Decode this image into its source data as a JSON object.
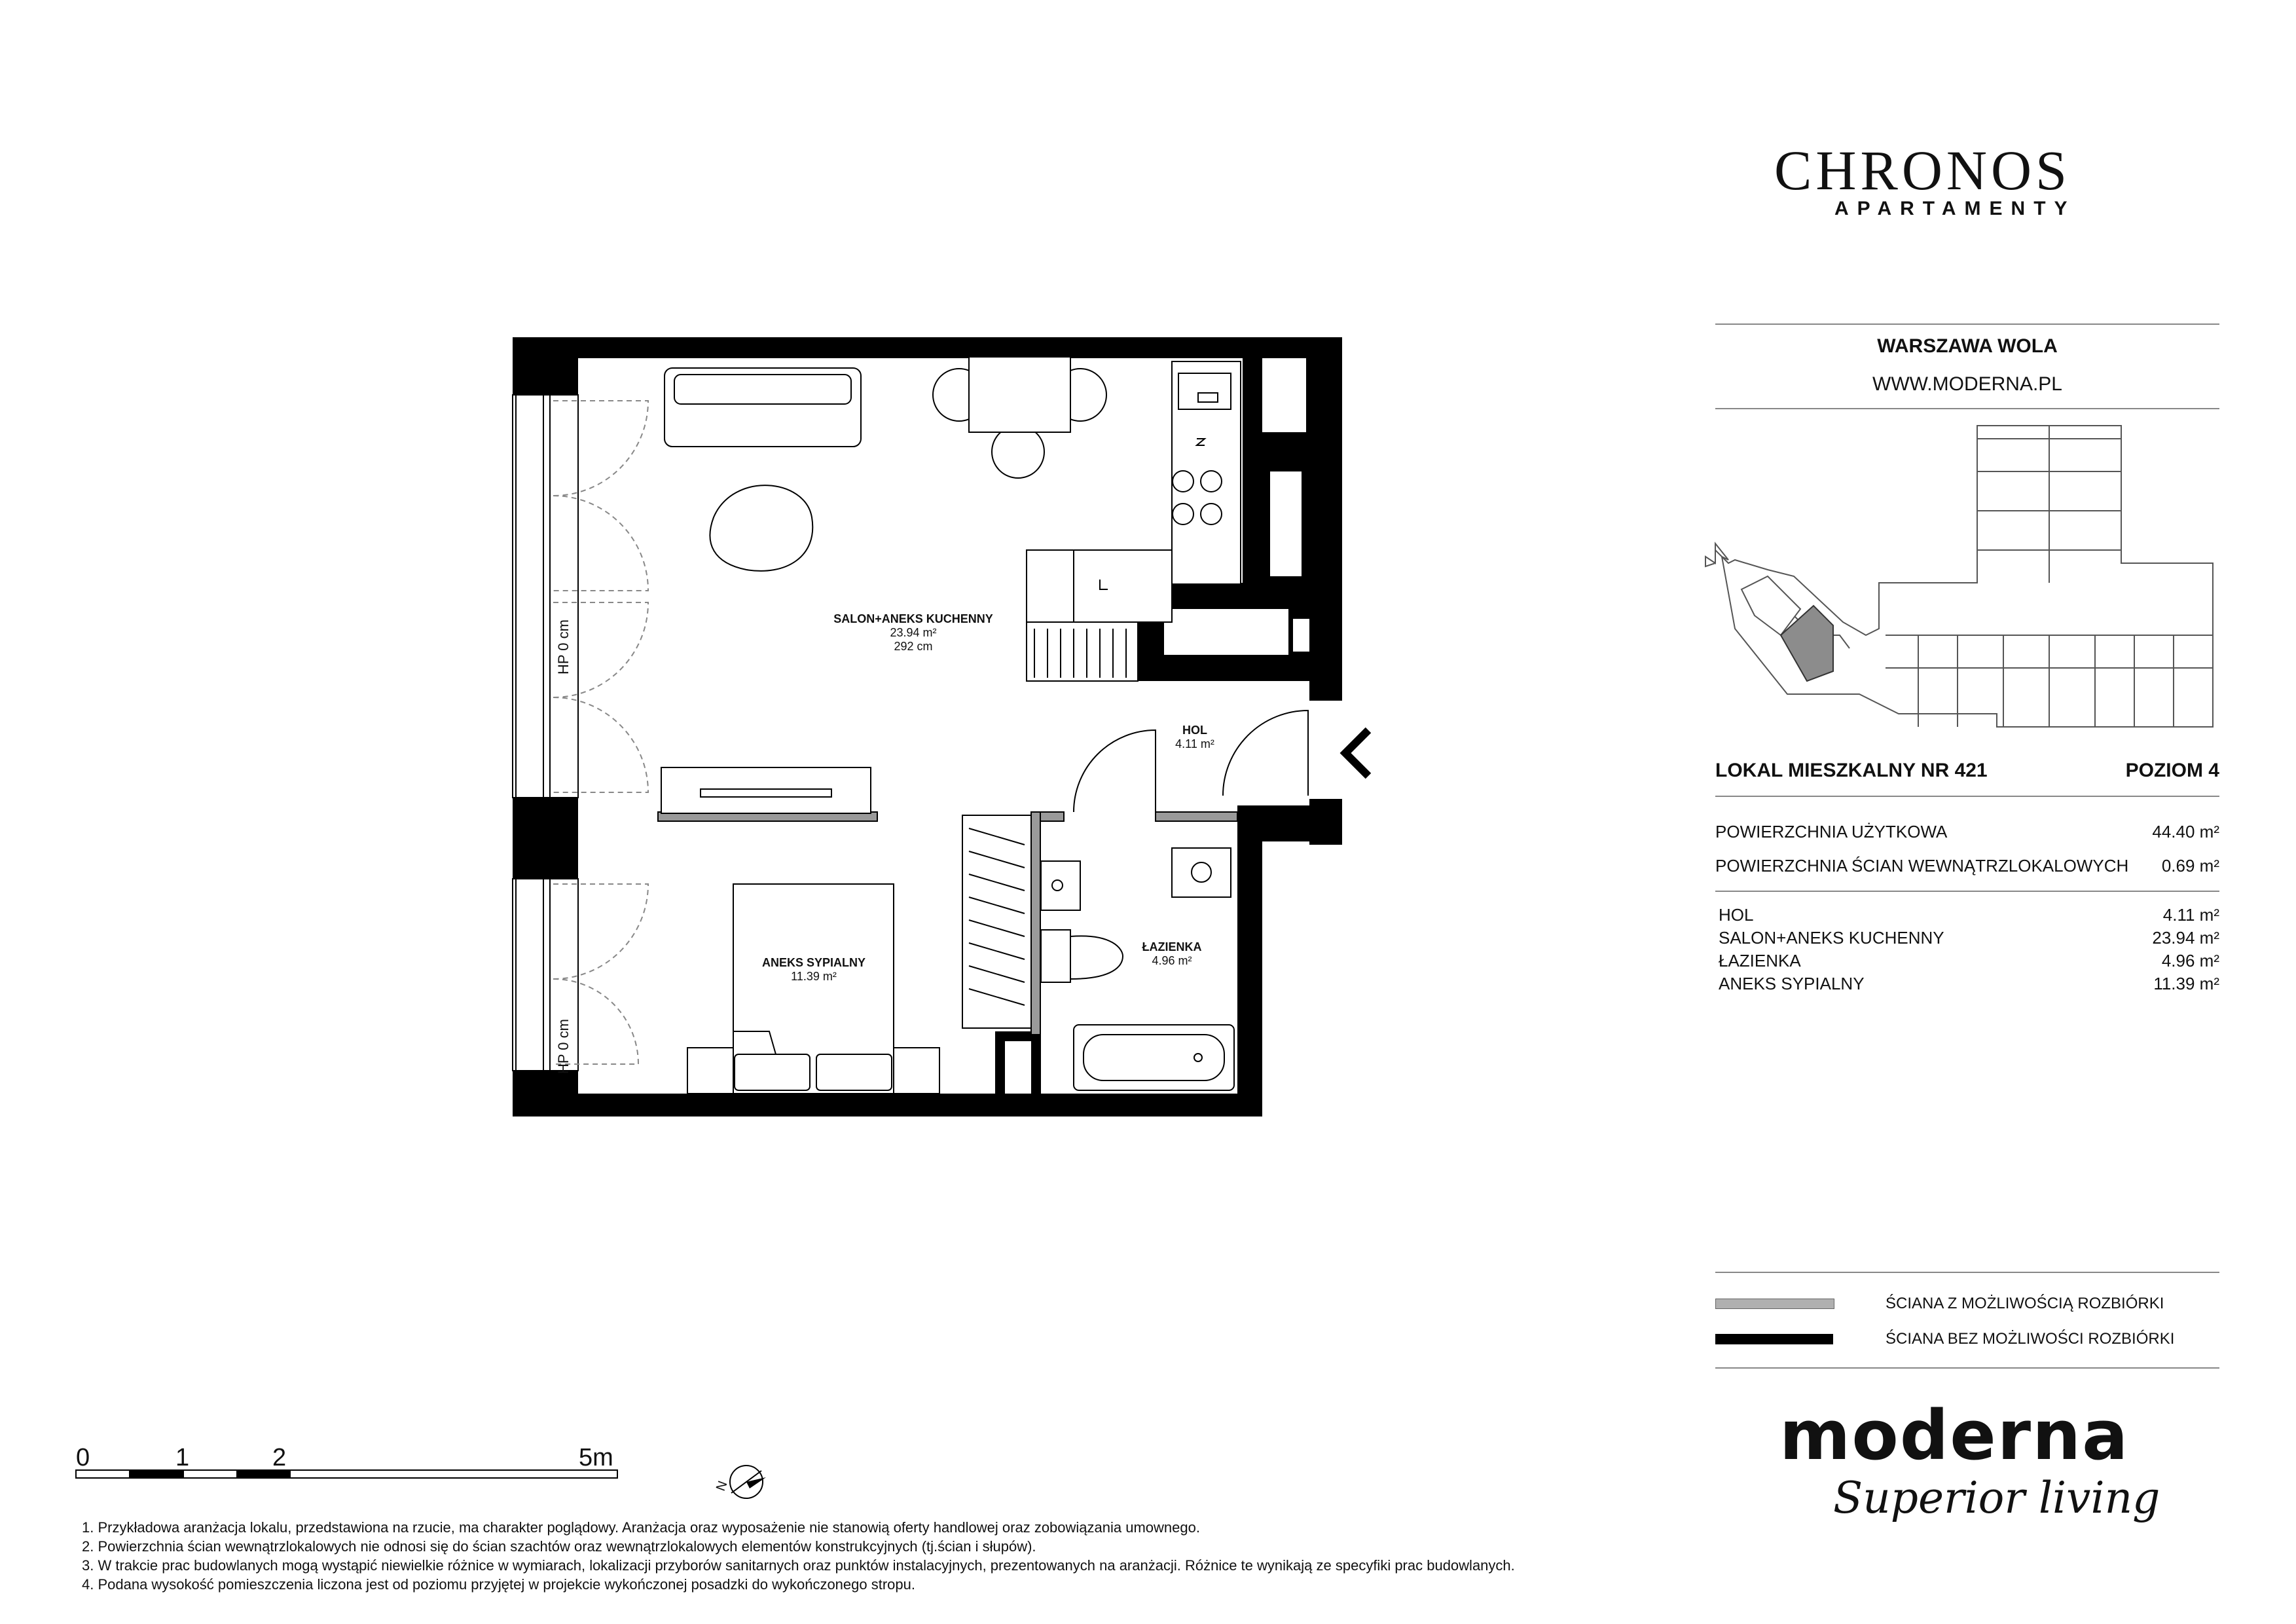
{
  "brand": {
    "chronos_name": "CHRONOS",
    "chronos_sub": "APARTAMENTY",
    "moderna_name": "moderna",
    "moderna_tagline": "Superior living"
  },
  "location": {
    "city": "WARSZAWA WOLA",
    "website": "WWW.MODERNA.PL"
  },
  "unit": {
    "title": "LOKAL MIESZKALNY NR 421",
    "level": "POZIOM 4"
  },
  "areas": [
    {
      "label": "POWIERZCHNIA UŻYTKOWA",
      "value": "44.40 m²"
    },
    {
      "label": "POWIERZCHNIA ŚCIAN WEWNĄTRZLOKALOWYCH",
      "value": "0.69 m²"
    }
  ],
  "rooms_table": [
    {
      "label": "HOL",
      "value": "4.11 m²"
    },
    {
      "label": "SALON+ANEKS KUCHENNY",
      "value": "23.94 m²"
    },
    {
      "label": "ŁAZIENKA",
      "value": "4.96 m²"
    },
    {
      "label": "ANEKS SYPIALNY",
      "value": "11.39 m²"
    }
  ],
  "plan_labels": {
    "salon": {
      "name": "SALON+ANEKS KUCHENNY",
      "area": "23.94 m²",
      "height": "292 cm"
    },
    "hol": {
      "name": "HOL",
      "area": "4.11 m²"
    },
    "lazienka": {
      "name": "ŁAZIENKA",
      "area": "4.96 m²"
    },
    "aneks": {
      "name": "ANEKS SYPIALNY",
      "area": "11.39 m²"
    },
    "hp_top": "HP 0 cm",
    "hp_bottom": "HP 0 cm"
  },
  "legend": [
    {
      "label": "ŚCIANA Z MOŻLIWOŚCIĄ ROZBIÓRKI",
      "color": "#b0b0b0"
    },
    {
      "label": "ŚCIANA BEZ MOŻLIWOŚCI ROZBIÓRKI",
      "color": "#000000"
    }
  ],
  "scale": {
    "labels": [
      "0",
      "1",
      "2",
      "5m"
    ]
  },
  "compass": {
    "label": "N"
  },
  "notes": [
    "1.  Przykładowa aranżacja lokalu, przedstawiona na rzucie, ma charakter poglądowy. Aranżacja oraz wyposażenie nie stanowią oferty handlowej oraz zobowiązania umownego.",
    "2.  Powierzchnia ścian wewnątrzlokalowych nie odnosi się do ścian szachtów oraz wewnątrzlokalowych elementów konstrukcyjnych (tj.ścian i słupów).",
    "3.  W trakcie prac budowlanych mogą wystąpić niewielkie różnice w wymiarach, lokalizacji przyborów sanitarnych oraz punktów instalacyjnych, prezentowanych na aranżacji. Różnice te wynikają ze specyfiki prac budowlanych.",
    "4.  Podana wysokość pomieszczenia liczona jest od poziomu przyjętej w projekcie wykończonej posadzki do wykończonego stropu."
  ],
  "colors": {
    "wall": "#000000",
    "partition": "#9a9a9a",
    "rule": "#888888"
  }
}
